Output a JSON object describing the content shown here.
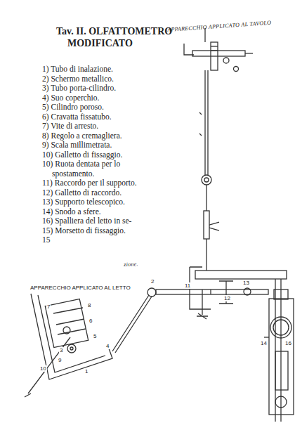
{
  "diagram": {
    "title": "Tav. II. OLFATTOMETRO MODIFICATO",
    "labels": [
      "APPARECCHIO APPLICATO AL TAVOLO",
      "1) Tubo di inalazione.",
      "2) Schermo metallico.",
      "3) Tubo porta-cilindro.",
      "4) Suo coperchio.",
      "5) Cilindro poroso.",
      "6) Cravatta fissatubo.",
      "7) Vite di arresto.",
      "8) Regolo a cremagliera.",
      "9) Scala millimetrata.",
      "10) Galletto di fissaggio.",
      "10) Ruota dentata per lo spostamento.",
      "11) Raccordo per il supporto.",
      "12) Galletto di raccordo.",
      "13) Supporto telescopico.",
      "14) Snodo a sfere.",
      "16) Spalliera del letto in se-",
      "15) Morsetto di fissaggio.",
      "zione.",
      "APPARECCHIO APPLICATO AL LETTO",
      "7",
      "8",
      "6",
      "5",
      "4",
      "3",
      "9",
      "10",
      "1",
      "2",
      "11",
      "12",
      "13",
      "14",
      "16",
      "15"
    ]
  }
}
